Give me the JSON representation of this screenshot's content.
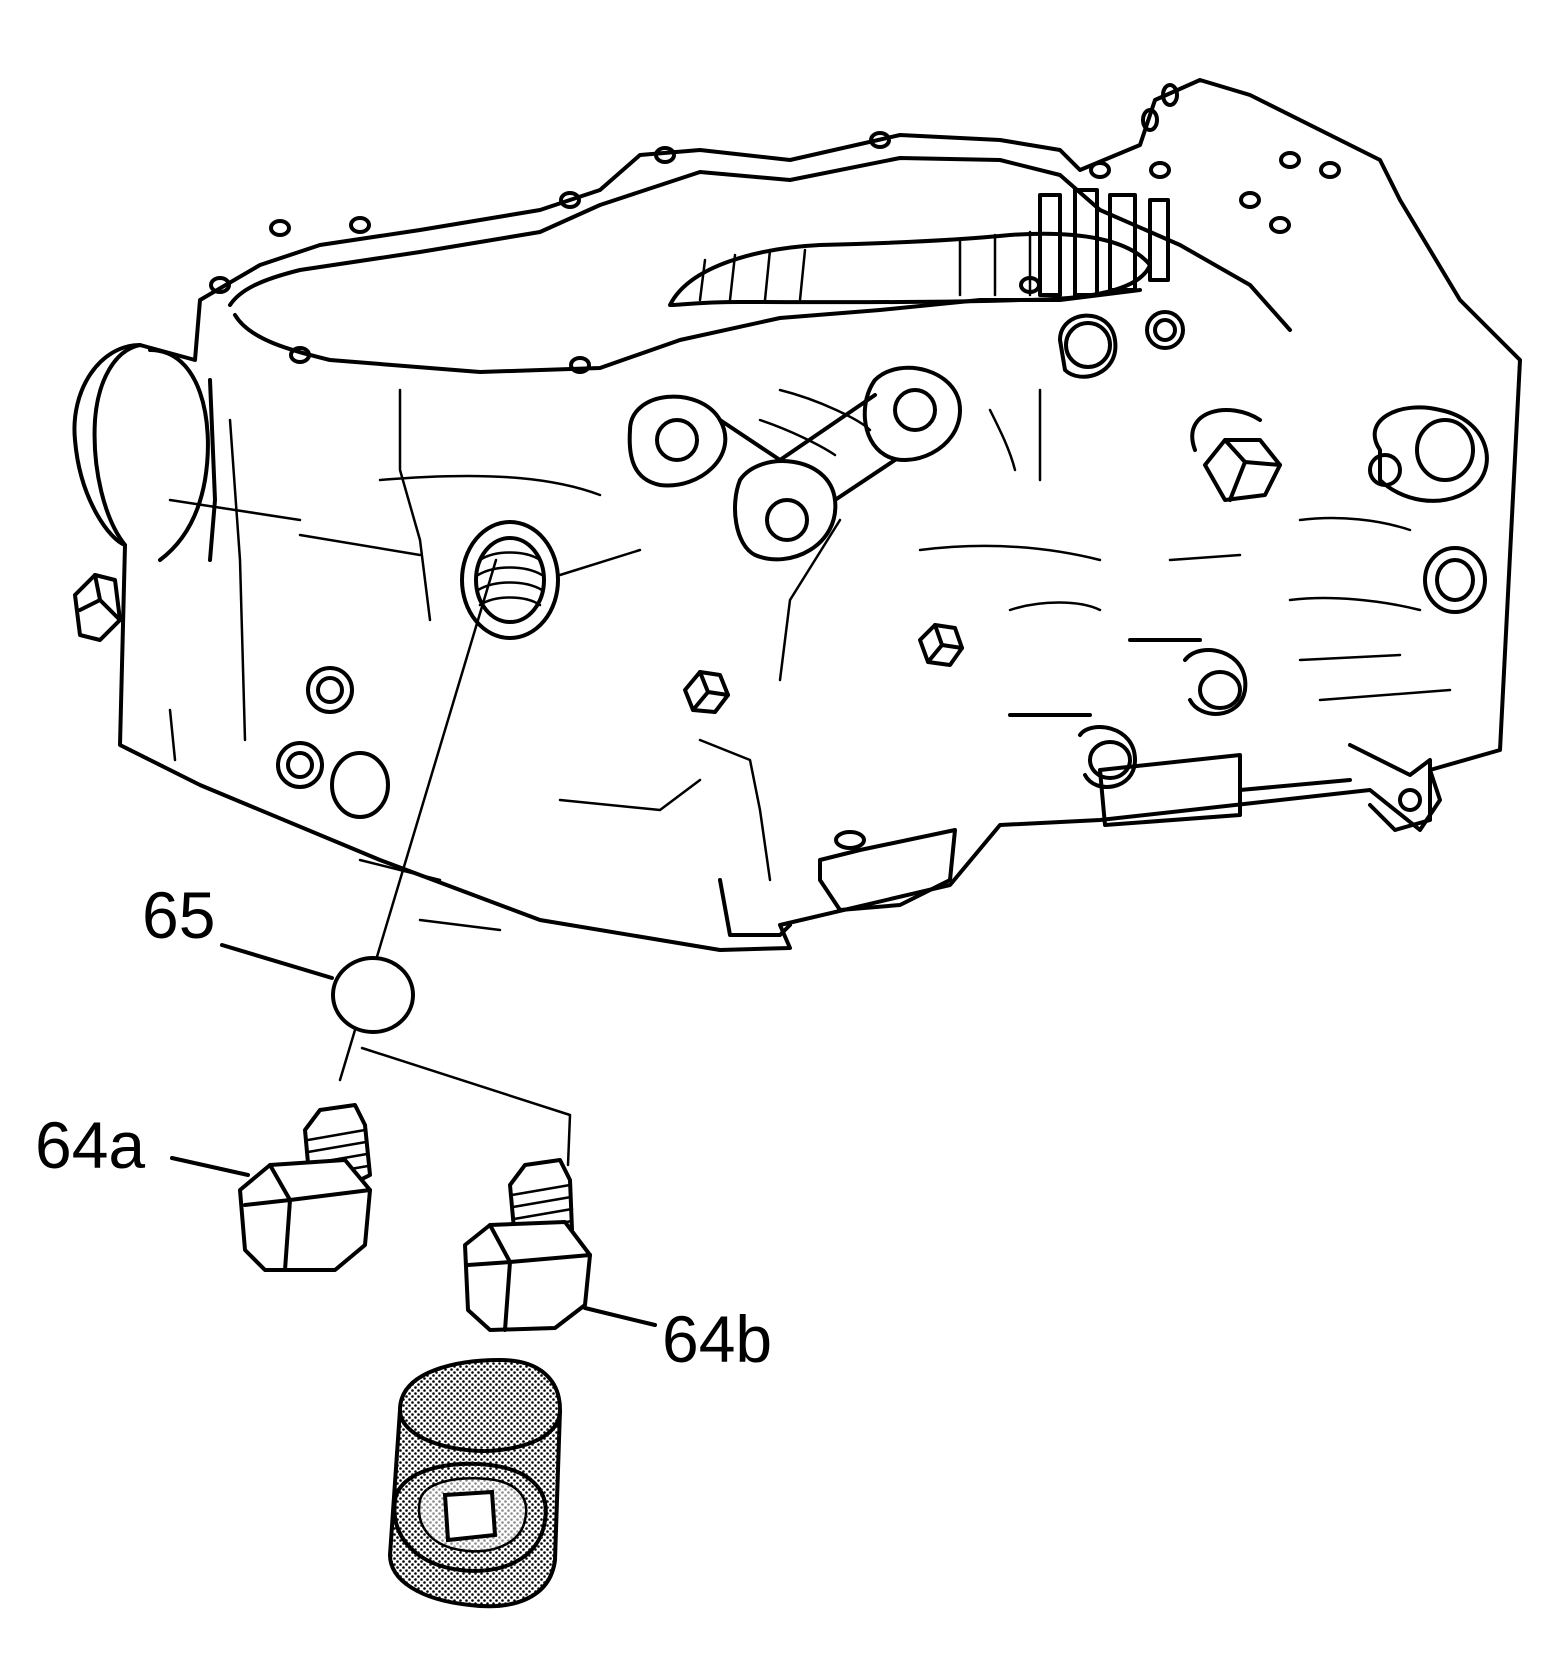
{
  "diagram": {
    "labels": {
      "washer": "65",
      "plug_a": "64a",
      "plug_b": "64b"
    },
    "colors": {
      "line": "#000000",
      "background": "#ffffff",
      "screen_fill": "#bdbdbd"
    },
    "icons": [
      "transmission-case-icon",
      "filter-screen-icon",
      "drain-plug-icon",
      "washer-icon"
    ]
  }
}
